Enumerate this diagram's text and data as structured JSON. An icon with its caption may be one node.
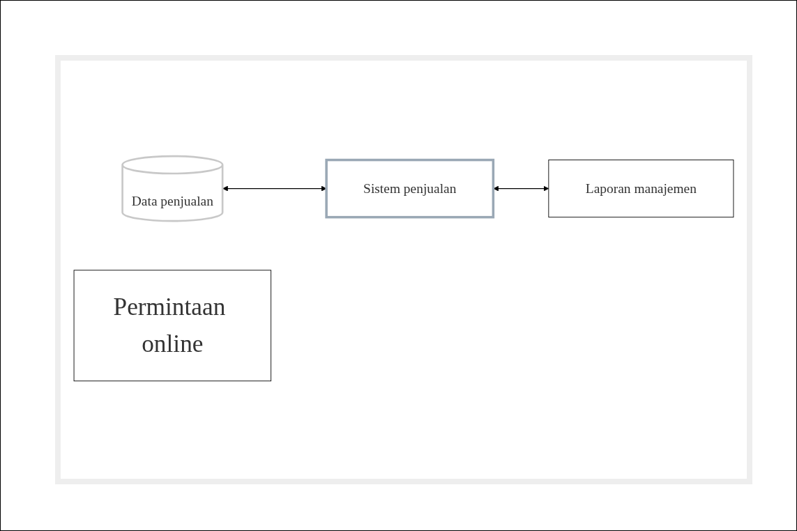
{
  "diagram": {
    "nodes": [
      {
        "text": [
          "Data penjualan"
        ]
      },
      {
        "text": [
          "Sistem penjualan"
        ]
      },
      {
        "text": [
          "Laporan manajemen"
        ]
      },
      {
        "text": [
          "Permintaan online"
        ]
      }
    ],
    "edges": [
      {
        "from": 0,
        "to": 1,
        "arrow": "both"
      },
      {
        "from": 1,
        "to": 2,
        "arrow": "both"
      }
    ]
  }
}
